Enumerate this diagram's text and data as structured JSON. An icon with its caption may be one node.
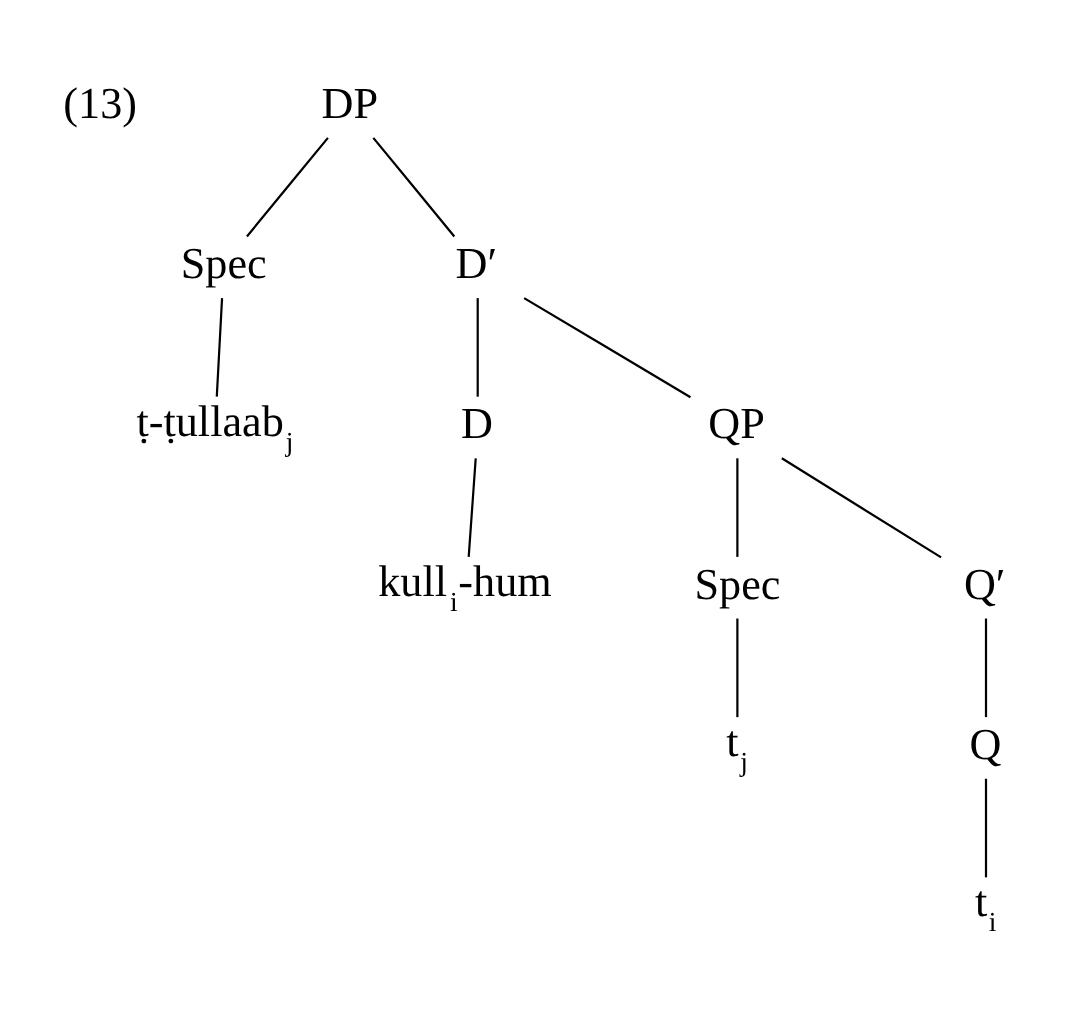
{
  "diagram": {
    "nodes": [
      {
        "text": [
          "DP"
        ]
      },
      {
        "text": [
          "Spec"
        ]
      },
      {
        "text": [
          "D′"
        ]
      },
      {
        "text": [
          "ṭ-ṭullaab$_{j}$"
        ]
      },
      {
        "text": [
          "D"
        ]
      },
      {
        "text": [
          "QP"
        ]
      },
      {
        "text": [
          "kull$_{i}$-hum"
        ]
      },
      {
        "text": [
          "Spec"
        ]
      },
      {
        "text": [
          "Q′"
        ]
      },
      {
        "text": [
          "t$_{j}$"
        ]
      },
      {
        "text": [
          "Q"
        ]
      },
      {
        "text": [
          "t$_{i}$"
        ]
      }
    ],
    "edges": [
      {
        "from": 0,
        "to": 1,
        "arrow": "none"
      },
      {
        "from": 0,
        "to": 2,
        "arrow": "none"
      },
      {
        "from": 1,
        "to": 3,
        "arrow": "none"
      },
      {
        "from": 2,
        "to": 4,
        "arrow": "none"
      },
      {
        "from": 2,
        "to": 5,
        "arrow": "none"
      },
      {
        "from": 4,
        "to": 6,
        "arrow": "none"
      },
      {
        "from": 5,
        "to": 7,
        "arrow": "none"
      },
      {
        "from": 5,
        "to": 8,
        "arrow": "none"
      },
      {
        "from": 7,
        "to": 9,
        "arrow": "none"
      },
      {
        "from": 8,
        "to": 10,
        "arrow": "none"
      },
      {
        "from": 10,
        "to": 11,
        "arrow": "none"
      }
    ],
    "labels": [
      "(13)"
    ]
  }
}
